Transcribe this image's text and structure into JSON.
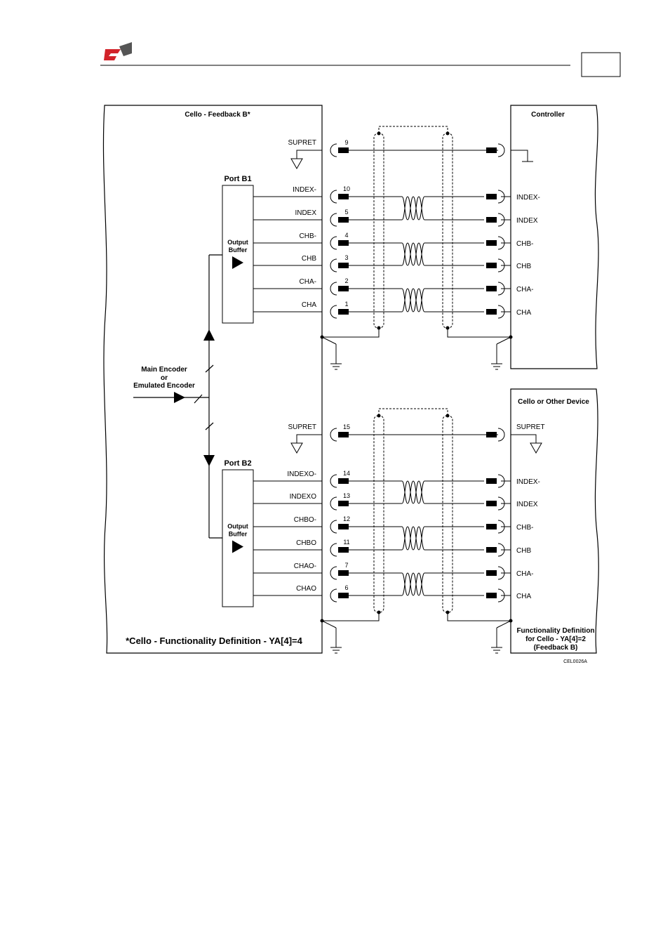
{
  "header": {
    "logo_colors": {
      "primary": "#d2232a",
      "secondary": "#555555"
    },
    "page_number": ""
  },
  "diagram": {
    "left_box": {
      "title": "Cello - Feedback B*",
      "footer": "*Cello - Functionality Definition - YA[4]=4"
    },
    "encoder_label": [
      "Main Encoder",
      "or",
      "Emulated Encoder"
    ],
    "ports": [
      {
        "name": "Port B1",
        "buffer_label": [
          "Output",
          "Buffer"
        ],
        "supret": {
          "label": "SUPRET",
          "pin": "9"
        },
        "signals": [
          {
            "label": "INDEX-",
            "pin": "10"
          },
          {
            "label": "INDEX",
            "pin": "5"
          },
          {
            "label": "CHB-",
            "pin": "4"
          },
          {
            "label": "CHB",
            "pin": "3"
          },
          {
            "label": "CHA-",
            "pin": "2"
          },
          {
            "label": "CHA",
            "pin": "1"
          }
        ]
      },
      {
        "name": "Port B2",
        "buffer_label": [
          "Output",
          "Buffer"
        ],
        "supret": {
          "label": "SUPRET",
          "pin": "15"
        },
        "signals": [
          {
            "label": "INDEXO-",
            "pin": "14"
          },
          {
            "label": "INDEXO",
            "pin": "13"
          },
          {
            "label": "CHBO-",
            "pin": "12"
          },
          {
            "label": "CHBO",
            "pin": "11"
          },
          {
            "label": "CHAO-",
            "pin": "7"
          },
          {
            "label": "CHAO",
            "pin": "6"
          }
        ]
      }
    ],
    "right_boxes": [
      {
        "title": "Controller",
        "supret_label": "",
        "signals": [
          "INDEX-",
          "INDEX",
          "CHB-",
          "CHB",
          "CHA-",
          "CHA"
        ]
      },
      {
        "title": "Cello or Other Device",
        "supret_label": "SUPRET",
        "signals": [
          "INDEX-",
          "INDEX",
          "CHB-",
          "CHB",
          "CHA-",
          "CHA"
        ],
        "footer": [
          "Functionality Definition",
          "for Cello - YA[4]=2",
          "(Feedback B)"
        ]
      }
    ],
    "figure_code": "CEL0026A"
  }
}
